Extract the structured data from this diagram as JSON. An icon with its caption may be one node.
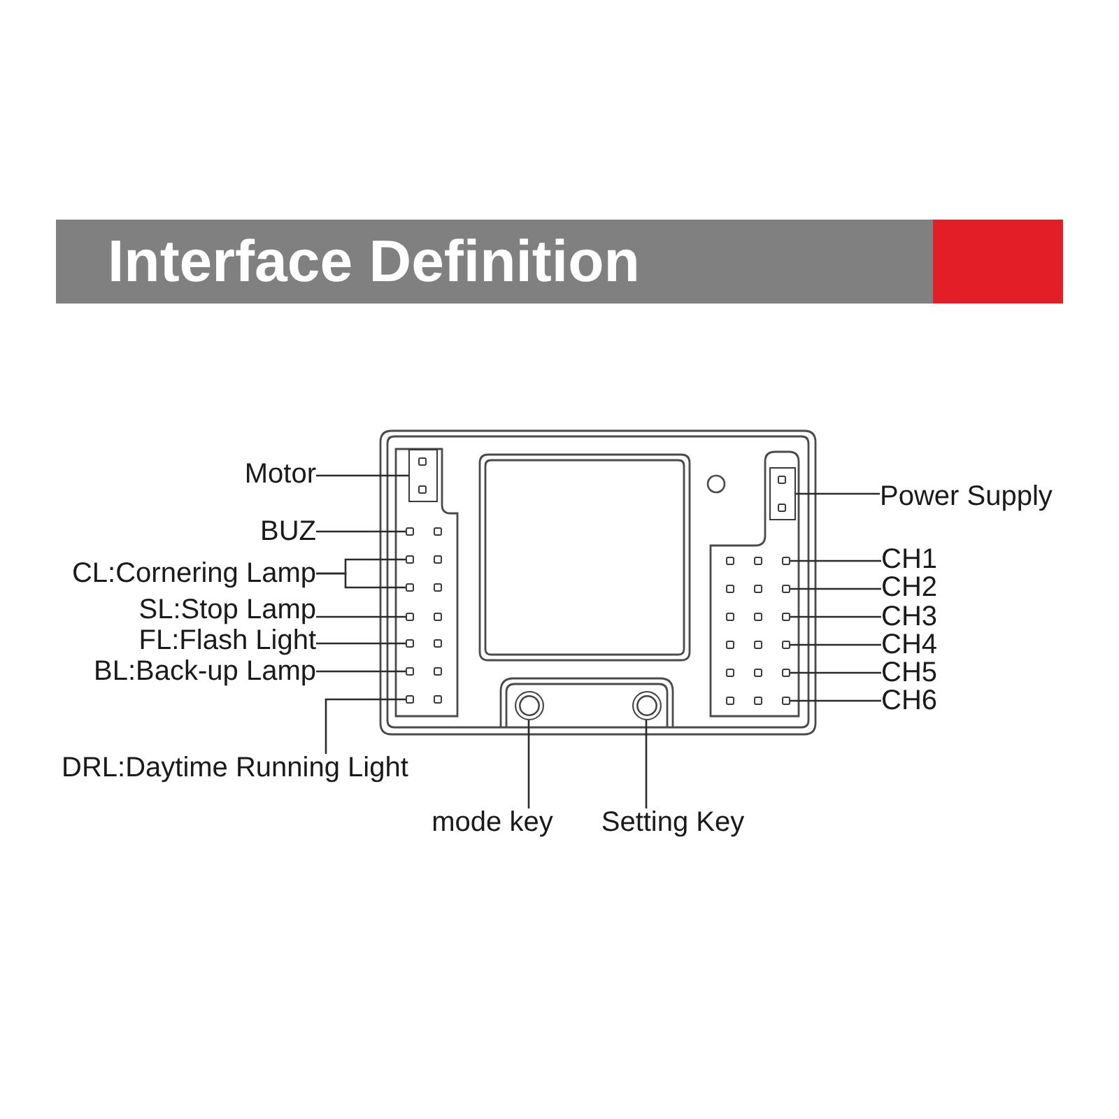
{
  "diagram": {
    "title": "Interface Definition",
    "nodes": [
      {
        "text": [
          "Motor"
        ]
      },
      {
        "text": [],
        "shape": "box"
      },
      {
        "text": [
          "BUZ"
        ]
      },
      {
        "text": [],
        "shape": "box"
      },
      {
        "text": [
          "CL:Cornering Lamp"
        ]
      },
      {
        "text": [],
        "shape": "box"
      },
      {
        "text": [],
        "shape": "box"
      },
      {
        "text": [
          "SL:Stop Lamp"
        ]
      },
      {
        "text": [],
        "shape": "box"
      },
      {
        "text": [
          "FL:Flash Light"
        ]
      },
      {
        "text": [],
        "shape": "box"
      },
      {
        "text": [
          "BL:Back-up Lamp"
        ]
      },
      {
        "text": [],
        "shape": "box"
      },
      {
        "text": [
          "DRL:Daytime Running Light"
        ]
      },
      {
        "text": [],
        "shape": "box"
      },
      {
        "text": [
          "Power Supply"
        ]
      },
      {
        "text": [],
        "shape": "box"
      },
      {
        "text": [
          "CH1"
        ]
      },
      {
        "text": [],
        "shape": "box"
      },
      {
        "text": [
          "CH2"
        ]
      },
      {
        "text": [],
        "shape": "box"
      },
      {
        "text": [
          "CH3"
        ]
      },
      {
        "text": [],
        "shape": "box"
      },
      {
        "text": [
          "CH4"
        ]
      },
      {
        "text": [],
        "shape": "box"
      },
      {
        "text": [
          "CH5"
        ]
      },
      {
        "text": [],
        "shape": "box"
      },
      {
        "text": [
          "CH6"
        ]
      },
      {
        "text": [],
        "shape": "box"
      },
      {
        "text": [
          "mode key"
        ]
      },
      {
        "text": [],
        "shape": "circle"
      },
      {
        "text": [
          "Setting Key"
        ]
      },
      {
        "text": [],
        "shape": "circle"
      }
    ],
    "edges": [
      {
        "from": 0,
        "to": 1,
        "arrow": "none"
      },
      {
        "from": 2,
        "to": 3,
        "arrow": "none"
      },
      {
        "from": 4,
        "to": 5,
        "arrow": "none"
      },
      {
        "from": 4,
        "to": 6,
        "arrow": "none"
      },
      {
        "from": 7,
        "to": 8,
        "arrow": "none"
      },
      {
        "from": 9,
        "to": 10,
        "arrow": "none"
      },
      {
        "from": 11,
        "to": 12,
        "arrow": "none"
      },
      {
        "from": 13,
        "to": 14,
        "arrow": "none"
      },
      {
        "from": 15,
        "to": 16,
        "arrow": "none"
      },
      {
        "from": 17,
        "to": 18,
        "arrow": "none"
      },
      {
        "from": 19,
        "to": 20,
        "arrow": "none"
      },
      {
        "from": 21,
        "to": 22,
        "arrow": "none"
      },
      {
        "from": 23,
        "to": 24,
        "arrow": "none"
      },
      {
        "from": 25,
        "to": 26,
        "arrow": "none"
      },
      {
        "from": 27,
        "to": 28,
        "arrow": "none"
      },
      {
        "from": 29,
        "to": 30,
        "arrow": "none"
      },
      {
        "from": 31,
        "to": 32,
        "arrow": "none"
      }
    ]
  }
}
